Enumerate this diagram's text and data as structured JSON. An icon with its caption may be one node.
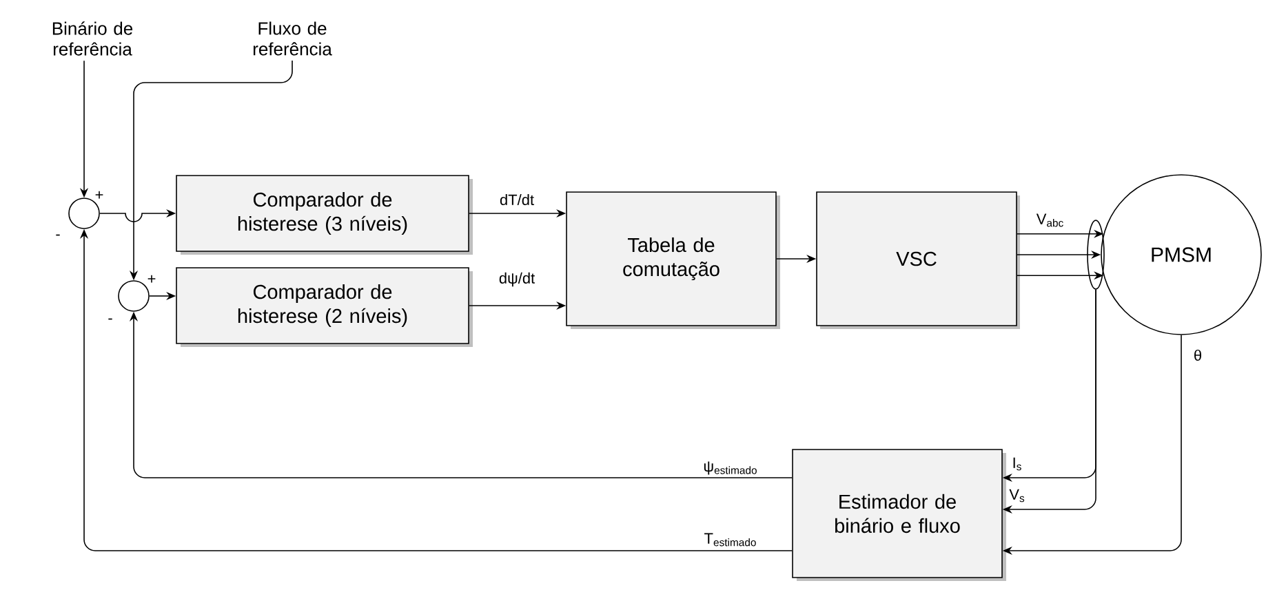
{
  "diagram": {
    "nodes": [
      {
        "text": [
          "Binário de referência"
        ]
      },
      {
        "text": [
          "Fluxo de referência"
        ]
      },
      {
        "text": [],
        "shape": "circle"
      },
      {
        "text": [],
        "shape": "circle"
      },
      {
        "text": [
          "Comparador de histerese (3 níveis)"
        ]
      },
      {
        "text": [
          "Comparador de histerese (2 níveis)"
        ]
      },
      {
        "text": [
          "Tabela de comutação"
        ]
      },
      {
        "text": [
          "VSC"
        ]
      },
      {
        "text": [
          "PMSM"
        ]
      },
      {
        "text": [
          "Estimador de binário e fluxo"
        ]
      },
      {
        "text": [],
        "shape": "ellipse"
      }
    ],
    "edges": [
      {
        "from": 0,
        "to": 2,
        "arrow": "to"
      },
      {
        "from": 1,
        "to": 3,
        "arrow": "to"
      },
      {
        "from": 2,
        "to": 4,
        "arrow": "to"
      },
      {
        "from": 3,
        "to": 5,
        "arrow": "to"
      },
      {
        "from": 4,
        "to": 6,
        "arrow": "to",
        "label": "dT/dt"
      },
      {
        "from": 5,
        "to": 6,
        "arrow": "to",
        "label": "dψ/dt"
      },
      {
        "from": 6,
        "to": 7,
        "arrow": "to"
      },
      {
        "from": 7,
        "to": 8,
        "arrow": "to",
        "label": "V$_{abc}$"
      },
      {
        "from": 7,
        "to": 8,
        "arrow": "to"
      },
      {
        "from": 7,
        "to": 8,
        "arrow": "to"
      },
      {
        "from": 8,
        "to": 9,
        "arrow": "to",
        "label": "θ"
      },
      {
        "from": 10,
        "to": 9,
        "arrow": "to",
        "label": "I$_{s}$"
      },
      {
        "from": 10,
        "to": 9,
        "arrow": "to",
        "label": "V$_{s}$"
      },
      {
        "from": 9,
        "to": 3,
        "arrow": "to",
        "label": "ψ$_{estimado}$"
      },
      {
        "from": 9,
        "to": 2,
        "arrow": "to",
        "label": "T$_{estimado}$"
      }
    ],
    "labels": [
      "+",
      "-",
      "+",
      "-"
    ]
  }
}
